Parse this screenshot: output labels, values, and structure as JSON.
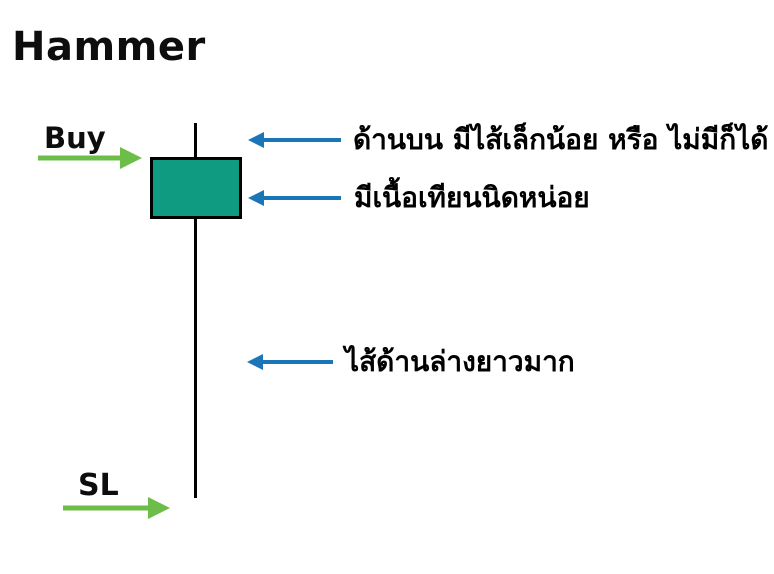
{
  "title": "Hammer",
  "labels": {
    "buy": "Buy",
    "sl": "SL"
  },
  "annotations": {
    "upper_wick": "ด้านบน มีไส้เล็กน้อย หรือ ไม่มีก็ได้",
    "body": "มีเนื้อเทียนนิดหน่อย",
    "lower_wick": "ไส้ด้านล่างยาวมาก"
  },
  "colors": {
    "background": "#FFFFFF",
    "text": "#000000",
    "candle_body": "#0F9B82",
    "candle_outline": "#000000",
    "annotation_arrow": "#1B76B8",
    "trade_arrow": "#6CBE49"
  }
}
